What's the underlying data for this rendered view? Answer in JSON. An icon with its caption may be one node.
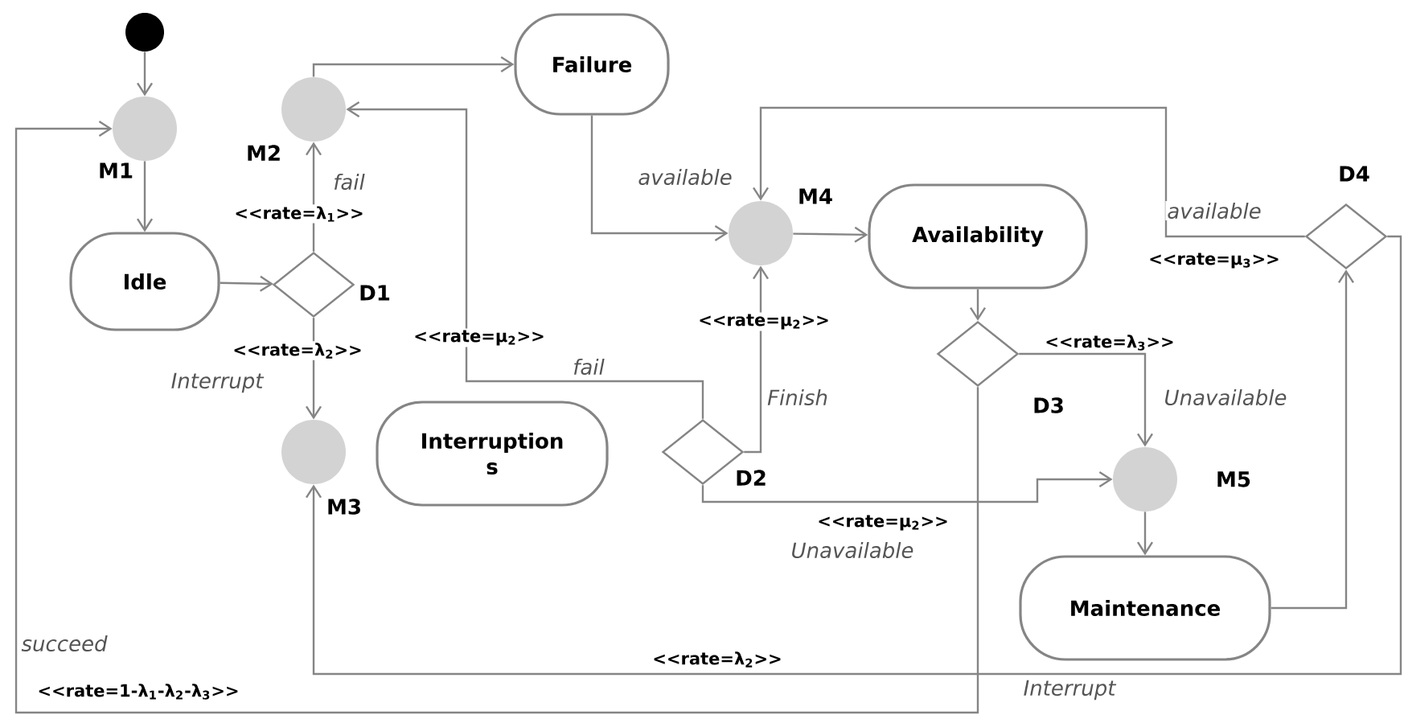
{
  "diagram": {
    "nodes": [
      {
        "text": [],
        "shape": "circle"
      },
      {
        "text": [],
        "shape": "circle",
        "beside": [
          "M1"
        ]
      },
      {
        "text": [],
        "shape": "circle",
        "beside": [
          "M2"
        ]
      },
      {
        "text": [
          "Failure"
        ]
      },
      {
        "text": [
          "Idle"
        ]
      },
      {
        "text": [],
        "shape": "diamond",
        "beside": [
          "D1"
        ]
      },
      {
        "text": [],
        "shape": "circle",
        "beside": [
          "M3"
        ]
      },
      {
        "text": [
          "Interruption s"
        ]
      },
      {
        "text": [],
        "shape": "diamond",
        "beside": [
          "D2"
        ]
      },
      {
        "text": [],
        "shape": "circle",
        "beside": [
          "M4"
        ]
      },
      {
        "text": [
          "Availability"
        ]
      },
      {
        "text": [],
        "shape": "diamond",
        "beside": [
          "D3"
        ]
      },
      {
        "text": [],
        "shape": "diamond",
        "beside": [
          "D4"
        ]
      },
      {
        "text": [],
        "shape": "circle",
        "beside": [
          "M5"
        ]
      },
      {
        "text": [
          "Maintenance"
        ]
      }
    ],
    "edges": [
      {
        "from": 0,
        "to": 1,
        "arrow": "to"
      },
      {
        "from": 1,
        "to": 4,
        "arrow": "to"
      },
      {
        "from": 4,
        "to": 5,
        "arrow": "to"
      },
      {
        "from": 5,
        "to": 2,
        "arrow": "to",
        "label": "fail"
      },
      {
        "from": 5,
        "to": 6,
        "arrow": "to",
        "label": "Interrupt"
      },
      {
        "from": 2,
        "to": 3,
        "arrow": "to"
      },
      {
        "from": 3,
        "to": 9,
        "arrow": "to",
        "label": "available"
      },
      {
        "from": 8,
        "to": 2,
        "arrow": "to",
        "label": "fail"
      },
      {
        "from": 8,
        "to": 9,
        "arrow": "to",
        "label": "Finish"
      },
      {
        "from": 8,
        "to": 13,
        "arrow": "to",
        "label": "Unavailable"
      },
      {
        "from": 9,
        "to": 10,
        "arrow": "to"
      },
      {
        "from": 10,
        "to": 11,
        "arrow": "to"
      },
      {
        "from": 11,
        "to": 13,
        "arrow": "to",
        "label": "Unavailable"
      },
      {
        "from": 11,
        "to": 1,
        "arrow": "to",
        "label": "succeed"
      },
      {
        "from": 13,
        "to": 14,
        "arrow": "to"
      },
      {
        "from": 14,
        "to": 12,
        "arrow": "to"
      },
      {
        "from": 12,
        "to": 9,
        "arrow": "to",
        "label": "available"
      },
      {
        "from": 12,
        "to": 6,
        "arrow": "to",
        "label": "Interrupt"
      }
    ],
    "labels": [
      "<<rate=λ$_{1}$>>",
      "<<rate=μ$_{3}$>>",
      "<<rate=μ$_{2}$>>",
      "<<rate=λ$_{2}$>>",
      "<<rate=μ$_{2}$>>",
      "<<rate=λ$_{3}$>>",
      "<<rate=μ$_{2}$>>",
      "<<rate=λ$_{2}$>>",
      "<<rate=1-λ$_{1}$-λ$_{2}$-λ$_{3}$>>"
    ]
  }
}
